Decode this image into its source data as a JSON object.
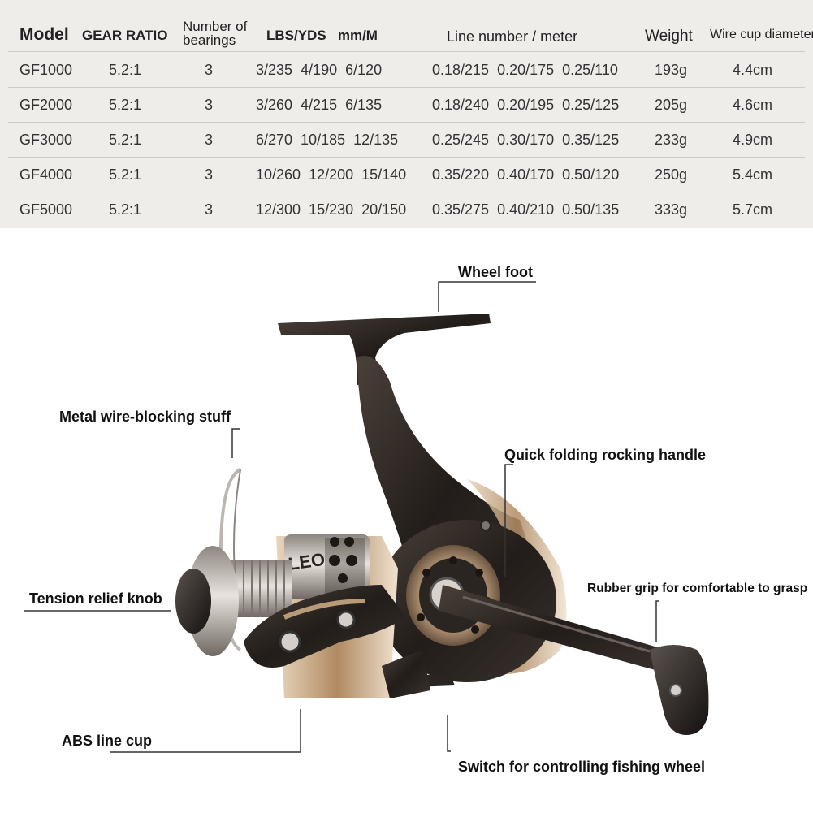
{
  "table": {
    "headers": {
      "model": "Model",
      "gear_ratio": "GEAR RATIO",
      "bearings_line1": "Number of",
      "bearings_line2": "bearings",
      "lbs_yds": "LBS/YDS   mm/M",
      "line_number": "Line number / meter",
      "weight": "Weight",
      "cup_diameter": "Wire cup diameter"
    },
    "rows": [
      {
        "model": "GF1000",
        "gear": "5.2:1",
        "bearings": "3",
        "lbs": "3/235  4/190  6/120",
        "line": "0.18/215  0.20/175  0.25/110",
        "weight": "193g",
        "cup": "4.4cm"
      },
      {
        "model": "GF2000",
        "gear": "5.2:1",
        "bearings": "3",
        "lbs": "3/260  4/215  6/135",
        "line": "0.18/240  0.20/195  0.25/125",
        "weight": "205g",
        "cup": "4.6cm"
      },
      {
        "model": "GF3000",
        "gear": "5.2:1",
        "bearings": "3",
        "lbs": "6/270  10/185  12/135",
        "line": "0.25/245  0.30/170  0.35/125",
        "weight": "233g",
        "cup": "4.9cm"
      },
      {
        "model": "GF4000",
        "gear": "5.2:1",
        "bearings": "3",
        "lbs": "10/260  12/200  15/140",
        "line": "0.35/220  0.40/170  0.50/120",
        "weight": "250g",
        "cup": "5.4cm"
      },
      {
        "model": "GF5000",
        "gear": "5.2:1",
        "bearings": "3",
        "lbs": "12/300  15/230  20/150",
        "line": "0.35/275  0.40/210  0.50/135",
        "weight": "333g",
        "cup": "5.7cm"
      }
    ]
  },
  "labels": {
    "wheel_foot": "Wheel foot",
    "metal_wire": "Metal wire-blocking stuff",
    "folding_handle": "Quick folding rocking handle",
    "tension_knob": "Tension relief knob",
    "rubber_grip": "Rubber grip for comfortable to grasp",
    "abs_cup": "ABS line cup",
    "switch": "Switch for controlling fishing wheel"
  },
  "reel_text": {
    "spool_brand": "LEO"
  },
  "colors": {
    "table_bg": "#efede9",
    "reel_body": "#2a2522",
    "reel_accent": "#b89a78",
    "spool_metal": "#c8c2bc"
  }
}
